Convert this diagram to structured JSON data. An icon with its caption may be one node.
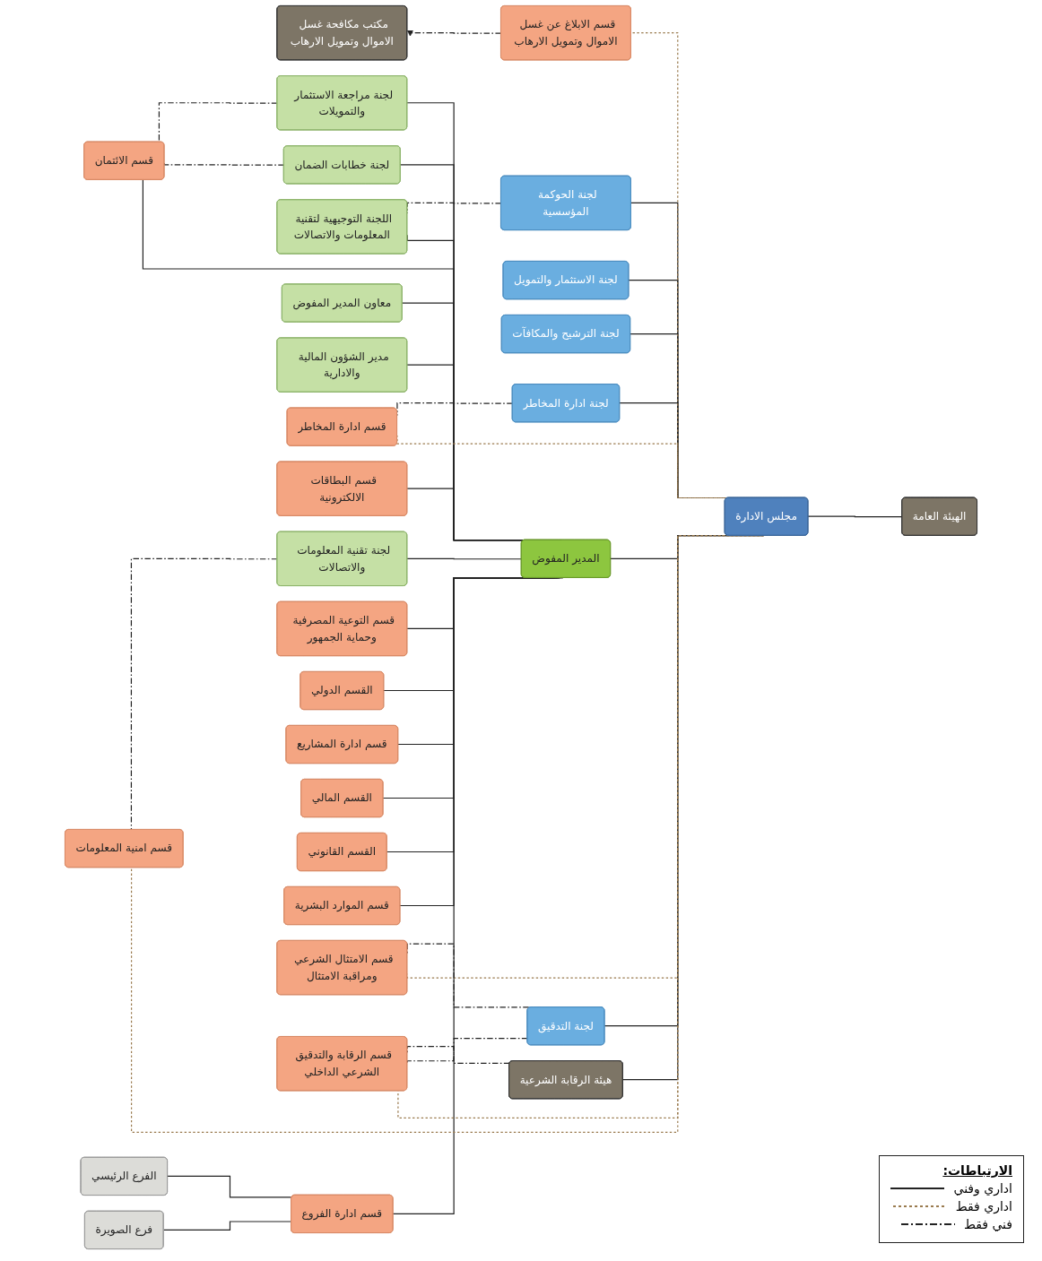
{
  "diagram": {
    "nodes": [
      {
        "text": [
          "الهيئة العامة"
        ]
      },
      {
        "text": [
          "مكتب مكافحة غسل الاموال وتمويل الارهاب"
        ]
      },
      {
        "text": [
          "هيئة الرقابة الشرعية"
        ]
      },
      {
        "text": [
          "مجلس الادارة"
        ]
      },
      {
        "text": [
          "لجنة ادارة المخاطر"
        ]
      },
      {
        "text": [
          "لجنة الاستثمار والتمويل"
        ]
      },
      {
        "text": [
          "لجنة الترشيح والمكافآت"
        ]
      },
      {
        "text": [
          "لجنة الحوكمة المؤسسية"
        ]
      },
      {
        "text": [
          "لجنة التدقيق"
        ]
      },
      {
        "text": [
          "المدير المفوض"
        ]
      },
      {
        "text": [
          "لجنة خطابات الضمان"
        ]
      },
      {
        "text": [
          "لجنة مراجعة الاستثمار والتمويلات"
        ]
      },
      {
        "text": [
          "اللجنة التوجيهية لتقنية المعلومات والاتصالات"
        ]
      },
      {
        "text": [
          "لجنة تقنية المعلومات والاتصالات"
        ]
      },
      {
        "text": [
          "معاون المدير المفوض"
        ]
      },
      {
        "text": [
          "مدير الشؤون المالية والادارية"
        ]
      },
      {
        "text": [
          "قسم الابلاغ عن غسل الاموال وتمويل الارهاب"
        ]
      },
      {
        "text": [
          "قسم ادارة المخاطر"
        ]
      },
      {
        "text": [
          "قسم الائتمان"
        ]
      },
      {
        "text": [
          "قسم البطاقات الالكترونية"
        ]
      },
      {
        "text": [
          "قسم ادارة الفروع"
        ]
      },
      {
        "text": [
          "قسم التوعية المصرفية وحماية الجمهور"
        ]
      },
      {
        "text": [
          "القسم الدولي"
        ]
      },
      {
        "text": [
          "قسم ادارة المشاريع"
        ]
      },
      {
        "text": [
          "القسم المالي"
        ]
      },
      {
        "text": [
          "القسم القانوني"
        ]
      },
      {
        "text": [
          "قسم الموارد البشرية"
        ]
      },
      {
        "text": [
          "قسم امنية المعلومات"
        ]
      },
      {
        "text": [
          "قسم الامتثال الشرعي ومراقبة الامتثال"
        ]
      },
      {
        "text": [
          "قسم الرقابة والتدقيق الشرعي الداخلي"
        ]
      },
      {
        "text": [
          "الفرع الرئيسي"
        ]
      },
      {
        "text": [
          "فرع الصويرة"
        ]
      }
    ],
    "edges": [
      {
        "from": 0,
        "to": 3,
        "arrow": "none"
      },
      {
        "from": 3,
        "to": 2,
        "arrow": "none"
      },
      {
        "from": 3,
        "to": 4,
        "arrow": "none"
      },
      {
        "from": 3,
        "to": 5,
        "arrow": "none"
      },
      {
        "from": 3,
        "to": 6,
        "arrow": "none"
      },
      {
        "from": 3,
        "to": 7,
        "arrow": "none"
      },
      {
        "from": 3,
        "to": 8,
        "arrow": "none"
      },
      {
        "from": 3,
        "to": 9,
        "arrow": "none"
      },
      {
        "from": 9,
        "to": 10,
        "arrow": "none"
      },
      {
        "from": 9,
        "to": 11,
        "arrow": "none"
      },
      {
        "from": 9,
        "to": 12,
        "arrow": "none"
      },
      {
        "from": 9,
        "to": 13,
        "arrow": "none"
      },
      {
        "from": 9,
        "to": 14,
        "arrow": "none"
      },
      {
        "from": 9,
        "to": 15,
        "arrow": "none"
      },
      {
        "from": 9,
        "to": 18,
        "arrow": "none"
      },
      {
        "from": 9,
        "to": 19,
        "arrow": "none"
      },
      {
        "from": 9,
        "to": 20,
        "arrow": "none"
      },
      {
        "from": 9,
        "to": 21,
        "arrow": "none"
      },
      {
        "from": 9,
        "to": 22,
        "arrow": "none"
      },
      {
        "from": 9,
        "to": 23,
        "arrow": "none"
      },
      {
        "from": 9,
        "to": 24,
        "arrow": "none"
      },
      {
        "from": 9,
        "to": 25,
        "arrow": "none"
      },
      {
        "from": 9,
        "to": 26,
        "arrow": "none"
      },
      {
        "from": 20,
        "to": 30,
        "arrow": "none"
      },
      {
        "from": 20,
        "to": 31,
        "arrow": "none"
      },
      {
        "from": 3,
        "to": 16,
        "arrow": "none",
        "style": "dashed",
        "color": "#9a7b4f"
      },
      {
        "from": 3,
        "to": 17,
        "arrow": "none",
        "style": "dashed",
        "color": "#9a7b4f"
      },
      {
        "from": 3,
        "to": 27,
        "arrow": "none",
        "style": "dashed",
        "color": "#9a7b4f"
      },
      {
        "from": 3,
        "to": 28,
        "arrow": "none",
        "style": "dashed",
        "color": "#9a7b4f"
      },
      {
        "from": 3,
        "to": 29,
        "arrow": "none",
        "style": "dashed",
        "color": "#9a7b4f"
      },
      {
        "from": 16,
        "to": 1,
        "arrow": "to",
        "style": "dashed"
      },
      {
        "from": 4,
        "to": 17,
        "arrow": "none",
        "style": "dashed"
      },
      {
        "from": 10,
        "to": 18,
        "arrow": "none",
        "style": "dashed"
      },
      {
        "from": 11,
        "to": 18,
        "arrow": "none",
        "style": "dashed"
      },
      {
        "from": 7,
        "to": 12,
        "arrow": "none",
        "style": "dashed"
      },
      {
        "from": 13,
        "to": 27,
        "arrow": "none",
        "style": "dashed"
      },
      {
        "from": 8,
        "to": 28,
        "arrow": "none",
        "style": "dashed"
      },
      {
        "from": 8,
        "to": 29,
        "arrow": "none",
        "style": "dashed"
      },
      {
        "from": 2,
        "to": 29,
        "arrow": "none",
        "style": "dashed"
      }
    ],
    "labels": [
      "الارتباطات:"
    ],
    "legend": [
      {
        "text": "اداري وفني"
      },
      {
        "text": "اداري فقط"
      },
      {
        "text": "فني فقط"
      }
    ]
  }
}
